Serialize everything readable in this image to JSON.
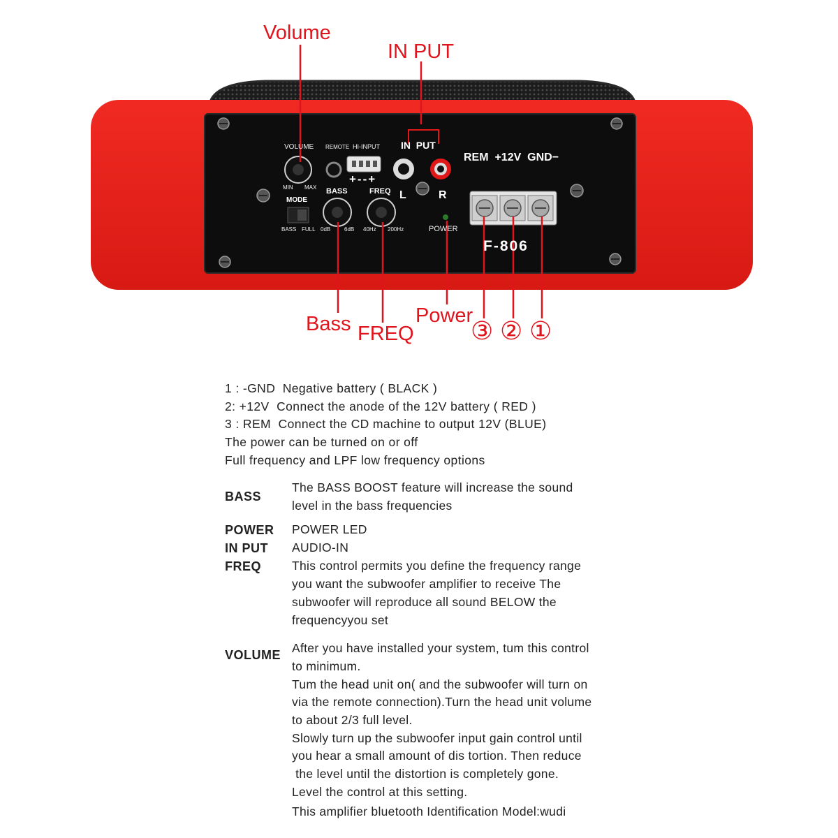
{
  "callouts": {
    "volume": "Volume",
    "input": "IN PUT",
    "bass": "Bass",
    "freq": "FREQ",
    "power": "Power",
    "n3": "③",
    "n2": "②",
    "n1": "①"
  },
  "panel": {
    "volume_label": "VOLUME",
    "min": "MIN",
    "max": "MAX",
    "remote": "REMOTE",
    "hi_input": "HI-INPUT",
    "hi_input_polarity": "+--+",
    "input_label": "IN  PUT",
    "left": "L",
    "right": "R",
    "terminals_label": "REM  +12V  GND−",
    "mode": "MODE",
    "mode_bass": "BASS",
    "mode_full": "FULL",
    "bass": "BASS",
    "bass_min": "0dB",
    "bass_max": "6dB",
    "freq": "FREQ",
    "freq_min": "40Hz",
    "freq_max": "200Hz",
    "power": "POWER",
    "model": "F-806"
  },
  "colors": {
    "accent": "#e0141c",
    "housing": "#e8231c",
    "panel": "#0d0d0d"
  },
  "notes": [
    "1 : -GND  Negative battery ( BLACK )",
    "2: +12V  Connect the anode of the 12V battery ( RED )",
    "3 : REM  Connect the CD machine to output 12V (BLUE)",
    "The power can be turned on or off",
    "Full frequency and LPF low frequency options"
  ],
  "definitions": {
    "bass": {
      "term": "BASS",
      "lines": [
        "The BASS BOOST feature will increase the sound",
        "level in the bass frequencies"
      ]
    },
    "power": {
      "term": "POWER",
      "lines": [
        "POWER LED"
      ]
    },
    "input": {
      "term": "IN PUT",
      "lines": [
        "AUDIO-IN"
      ]
    },
    "freq": {
      "term": "FREQ",
      "lines": [
        "This control permits you define the frequency range",
        "you want the subwoofer amplifier to receive The",
        "subwoofer will reproduce all sound BELOW the",
        "frequencyyou set"
      ]
    },
    "volume": {
      "term": "VOLUME",
      "lines": [
        "After you have installed your system, tum this control",
        "to minimum.",
        "Tum the head unit on( and the subwoofer will turn on",
        "via the remote connection).Turn the head unit volume",
        "to about 2/3 full level.",
        "Slowly turn up the subwoofer input gain control until",
        "you hear a small amount of dis tortion. Then reduce",
        " the level until the distortion is completely gone.",
        "Level the control at this setting.",
        "This amplifier bluetooth Identification Model:wudi"
      ]
    }
  }
}
